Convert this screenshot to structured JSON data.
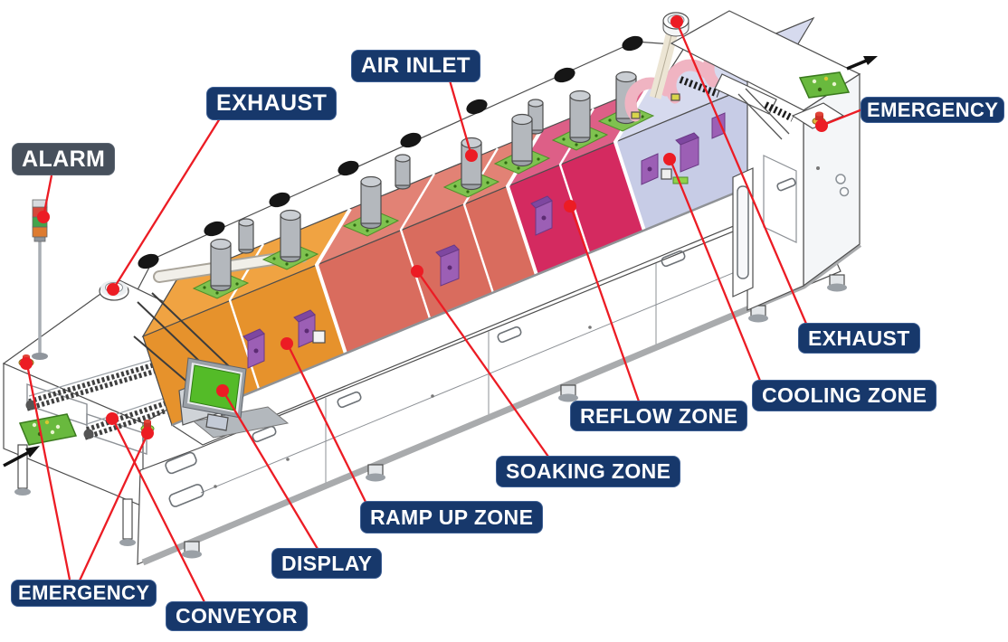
{
  "diagram": {
    "subject_labels_note": "annotated reflow oven diagram",
    "labels": [
      {
        "id": "alarm",
        "text": "ALARM"
      },
      {
        "id": "exhaust-left",
        "text": "EXHAUST"
      },
      {
        "id": "air-inlet",
        "text": "AIR INLET"
      },
      {
        "id": "emergency-right",
        "text": "EMERGENCY"
      },
      {
        "id": "exhaust-right",
        "text": "EXHAUST"
      },
      {
        "id": "cooling-zone",
        "text": "COOLING ZONE"
      },
      {
        "id": "reflow-zone",
        "text": "REFLOW ZONE"
      },
      {
        "id": "soaking-zone",
        "text": "SOAKING ZONE"
      },
      {
        "id": "ramp-up-zone",
        "text": "RAMP UP ZONE"
      },
      {
        "id": "display",
        "text": "DISPLAY"
      },
      {
        "id": "emergency-left",
        "text": "EMERGENCY"
      },
      {
        "id": "conveyor",
        "text": "CONVEYOR"
      }
    ],
    "colors": {
      "label_bg": "#17386B",
      "alarm_label_bg": "#47505C",
      "label_text": "#FFFFFF",
      "leader_line": "#EC1C24",
      "zone_ramp_up": "#E6922C",
      "zone_soaking": "#D96C5E",
      "zone_reflow": "#D42A60",
      "zone_cooling": "#C7CCE6",
      "pcb_green": "#69B93E",
      "display_screen": "#54BB28",
      "door_purple": "#9C5FB5"
    }
  }
}
